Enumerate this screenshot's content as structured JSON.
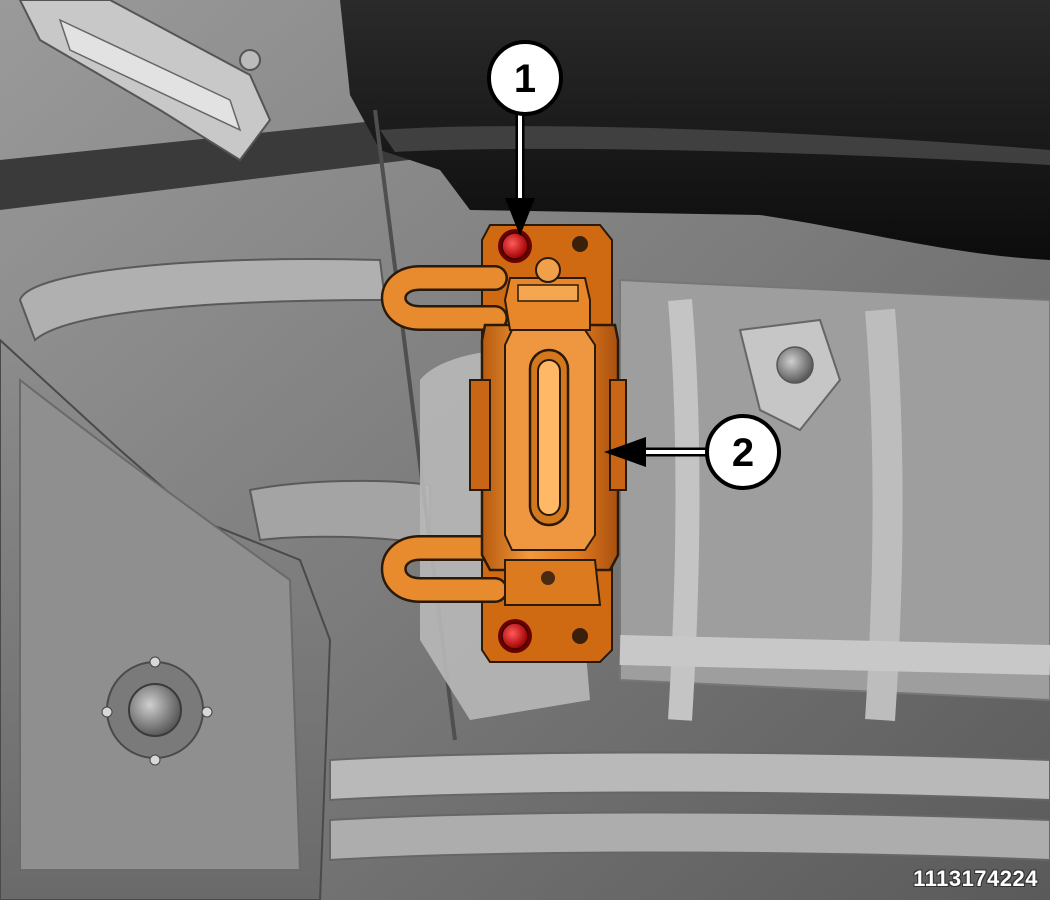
{
  "figure": {
    "id": "1113174224"
  },
  "callouts": [
    {
      "number": "1",
      "target": "bracket-bolt"
    },
    {
      "number": "2",
      "target": "bracket-body"
    }
  ],
  "colors": {
    "background_gray": "#8a8a8a",
    "dark_panel": "#1a1a1a",
    "bracket_orange": "#e07a1e",
    "bolt_red": "#d11a1a",
    "callout_fill": "#ffffff",
    "callout_stroke": "#000000"
  }
}
